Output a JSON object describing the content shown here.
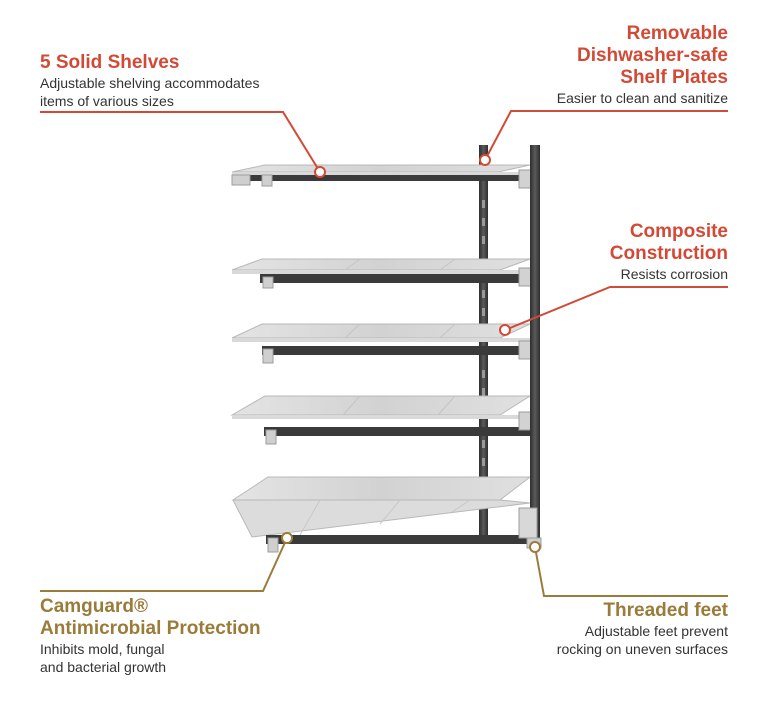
{
  "colors": {
    "red_accent": "#d24a36",
    "gold_accent": "#9a7b3a",
    "text_gray": "#333333",
    "shelf_gray": "#d6d6d6",
    "post_dark": "#3d3d3d"
  },
  "callouts": {
    "solid_shelves": {
      "title": "5 Solid Shelves",
      "desc_lines": [
        "Adjustable shelving accommodates",
        "items of various sizes"
      ]
    },
    "removable_plates": {
      "title_lines": [
        "Removable",
        "Dishwasher-safe",
        "Shelf Plates"
      ],
      "desc": "Easier to clean and sanitize"
    },
    "composite": {
      "title_lines": [
        "Composite",
        "Construction"
      ],
      "desc": "Resists corrosion"
    },
    "camguard": {
      "title_lines": [
        "Camguard®",
        "Antimicrobial Protection"
      ],
      "desc_lines": [
        "Inhibits mold, fungal",
        "and bacterial growth"
      ]
    },
    "threaded_feet": {
      "title": "Threaded feet",
      "desc_lines": [
        "Adjustable feet prevent",
        "rocking on uneven surfaces"
      ]
    }
  },
  "illustration": {
    "name": "shelving-unit",
    "shelf_count": 5
  }
}
